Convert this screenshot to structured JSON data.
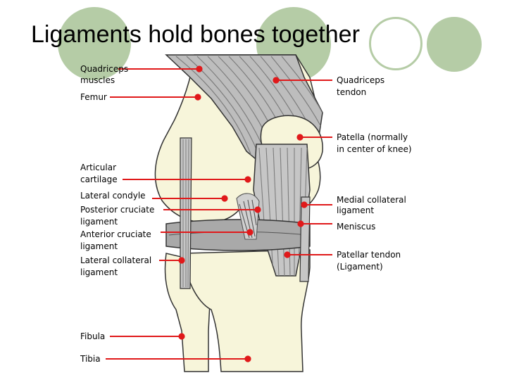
{
  "slide": {
    "title": "Ligaments hold bones together"
  },
  "colors": {
    "accent_green": "#b5cca6",
    "bone": "#f7f5da",
    "ligament": "#b9b9b9",
    "callout_red": "#e0191a",
    "outline": "#333333"
  },
  "labels": {
    "quadriceps_muscles": [
      "Quadriceps",
      "muscles"
    ],
    "femur": [
      "Femur"
    ],
    "articular_cartilage": [
      "Articular",
      "cartilage"
    ],
    "lateral_condyle": [
      "Lateral condyle"
    ],
    "posterior_cruciate": [
      "Posterior cruciate",
      "ligament"
    ],
    "anterior_cruciate": [
      "Anterior cruciate",
      "ligament"
    ],
    "lateral_collateral": [
      "Lateral collateral",
      "ligament"
    ],
    "fibula": [
      "Fibula"
    ],
    "tibia": [
      "Tibia"
    ],
    "quadriceps_tendon": [
      "Quadriceps",
      "tendon"
    ],
    "patella": [
      "Patella (normally",
      "in center of knee)"
    ],
    "medial_collateral": [
      "Medial collateral",
      "ligament"
    ],
    "meniscus": [
      "Meniscus"
    ],
    "patellar_tendon": [
      "Patellar tendon",
      "(Ligament)"
    ]
  }
}
